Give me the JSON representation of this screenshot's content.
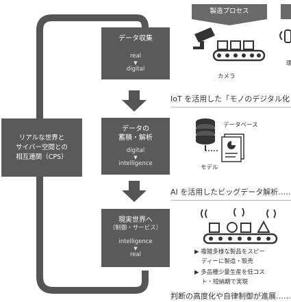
{
  "header": {
    "process_label": "製造プロセス"
  },
  "cps_box": {
    "line1": "リアルな世界と",
    "line2": "サイバー空間との",
    "line3": "相互連関（CPS）"
  },
  "stages": [
    {
      "title_lines": [
        "データ収集"
      ],
      "from": "real",
      "to": "digital"
    },
    {
      "title_lines": [
        "データの",
        "蓄積・解析"
      ],
      "from": "digital",
      "to": "intelligence"
    },
    {
      "title_lines": [
        "現実世界へ",
        "（制御・サービス）"
      ],
      "from": "intelligence",
      "to": "real"
    }
  ],
  "arrow_glyph": "▼",
  "sections": {
    "camera_label": "カメラ",
    "partial_label": "環",
    "iot_caption": "IoT を活用した「モノのデジタル化",
    "database_label": "データベース",
    "model_label": "モデル",
    "ai_caption": "AI を活用したビッグデータ解析……",
    "bullets": [
      {
        "marker": "▶",
        "lines": [
          "複雑多様な製品をスピー",
          "ディーに製造・販売"
        ]
      },
      {
        "marker": "▶",
        "lines": [
          "多品種少量生産を低コス",
          "ト・短納期で実現"
        ]
      }
    ],
    "bottom_caption": "判断の高度化や自律制御が進展……"
  },
  "colors": {
    "box_fill": "#5a5a5a",
    "arrow_fill": "#555555",
    "loop_stroke": "#555555"
  }
}
